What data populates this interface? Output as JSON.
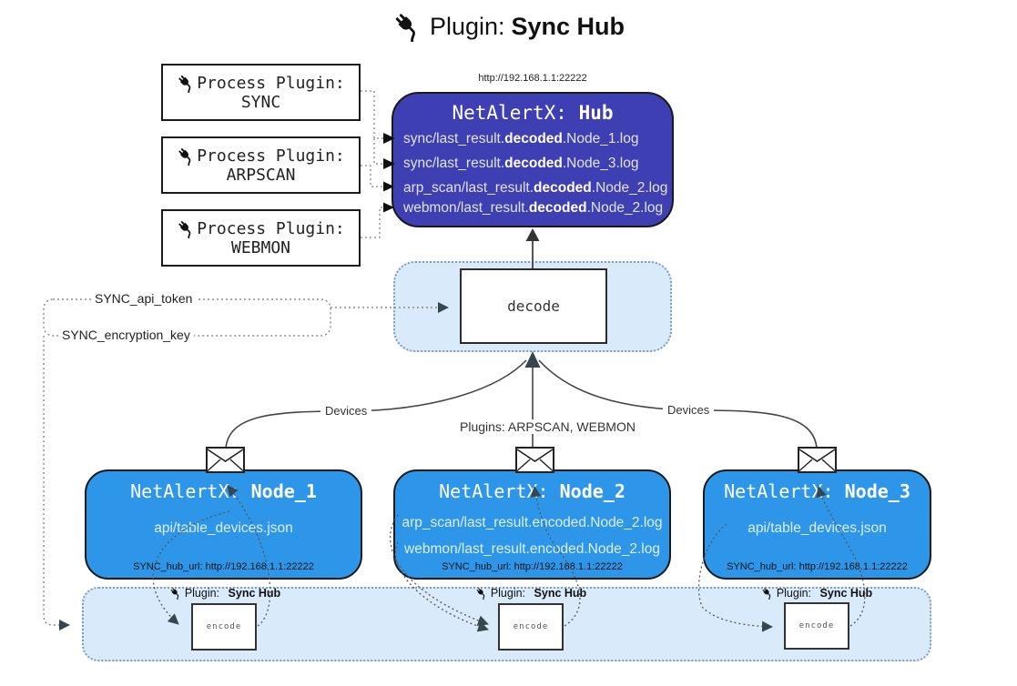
{
  "title": {
    "icon": "plug-icon",
    "prefix": "Plugin:",
    "name": "Sync Hub"
  },
  "process_plugins": [
    {
      "label": "Process Plugin:",
      "name": "SYNC"
    },
    {
      "label": "Process Plugin:",
      "name": "ARPSCAN"
    },
    {
      "label": "Process Plugin:",
      "name": "WEBMON"
    }
  ],
  "hub": {
    "url": "http://192.168.1.1:22222",
    "title_prefix": "NetAlertX:",
    "title_name": "Hub",
    "files": [
      {
        "pre": "sync/last_result.",
        "mid": "decoded",
        "post": ".Node_1.log"
      },
      {
        "pre": "sync/last_result.",
        "mid": "decoded",
        "post": ".Node_3.log"
      },
      {
        "pre": "arp_scan/last_result.",
        "mid": "decoded",
        "post": ".Node_2.log"
      },
      {
        "pre": "webmon/last_result.",
        "mid": "decoded",
        "post": ".Node_2.log"
      }
    ]
  },
  "secrets": {
    "api_token": "SYNC_api_token",
    "encryption_key": "SYNC_encryption_key"
  },
  "decode": {
    "label": "decode"
  },
  "edge_labels": {
    "devices_left": "Devices",
    "devices_right": "Devices",
    "plugins": "Plugins: ARPSCAN, WEBMON"
  },
  "nodes": [
    {
      "title_prefix": "NetAlertX:",
      "title_name": "Node_1",
      "files": [
        "api/table_devices.json"
      ],
      "hub_url": "SYNC_hub_url: http://192.168.1.1:22222"
    },
    {
      "title_prefix": "NetAlertX:",
      "title_name": "Node_2",
      "files": [
        "arp_scan/last_result.encoded.Node_2.log",
        "webmon/last_result.encoded.Node_2.log"
      ],
      "hub_url": "SYNC_hub_url: http://192.168.1.1:22222"
    },
    {
      "title_prefix": "NetAlertX:",
      "title_name": "Node_3",
      "files": [
        "api/table_devices.json"
      ],
      "hub_url": "SYNC_hub_url: http://192.168.1.1:22222"
    }
  ],
  "encoders": [
    {
      "plugin_prefix": "Plugin:",
      "plugin_name": "Sync Hub",
      "box_label": "encode"
    },
    {
      "plugin_prefix": "Plugin:",
      "plugin_name": "Sync Hub",
      "box_label": "encode"
    },
    {
      "plugin_prefix": "Plugin:",
      "plugin_name": "Sync Hub",
      "box_label": "encode"
    }
  ],
  "icons": {
    "plug": "plug-icon",
    "envelope": "envelope-icon"
  },
  "colors": {
    "hub_fill": "#3f3fb4",
    "node_fill": "#2e96e8",
    "panel_fill": "#d9eafb",
    "panel_border": "#7f9db8",
    "line": "#444444",
    "dotted": "#777777",
    "arrow_dark": "#37474f",
    "ink": "#1a1a1a"
  }
}
